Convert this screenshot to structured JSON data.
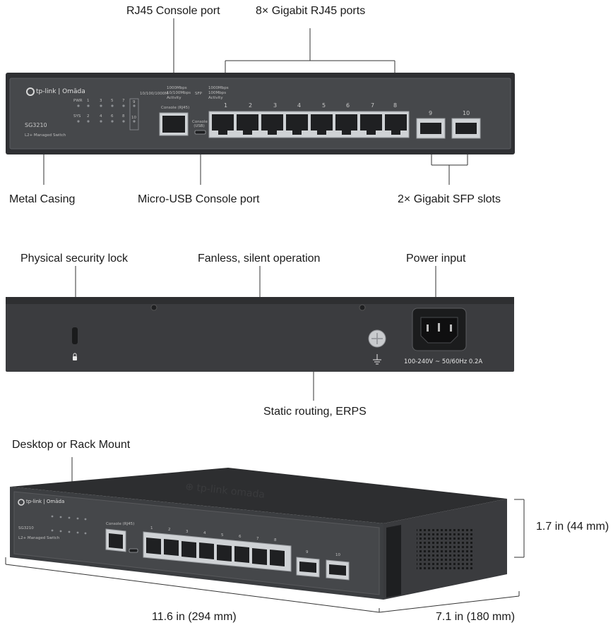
{
  "callouts": {
    "console_rj45": "RJ45 Console port",
    "gigabit_rj45": "8× Gigabit RJ45 ports",
    "metal_casing": "Metal Casing",
    "micro_usb_console": "Micro-USB Console port",
    "sfp_slots": "2× Gigabit SFP slots",
    "security_lock": "Physical security lock",
    "fanless": "Fanless, silent operation",
    "power_input": "Power input",
    "static_routing": "Static routing, ERPS",
    "mount": "Desktop or Rack Mount",
    "height": "1.7 in (44 mm)",
    "width": "11.6 in (294 mm)",
    "depth": "7.1 in (180 mm)"
  },
  "front_panel": {
    "brand": "tp-link | Omāda",
    "model": "SG3210",
    "subtitle": "L2+ Managed Switch",
    "pwr": "PWR",
    "sys": "SYS",
    "console_label": "Console (RJ45)",
    "usb_label": "Console (USB)",
    "led_legend_1": "10/100/1000M",
    "led_legend_items": [
      "1000Mbps",
      "10/100Mbps",
      "Activity"
    ],
    "sfp_legend": "SFP",
    "sfp_legend_items": [
      "1000Mbps",
      "100Mbps",
      "Activity"
    ],
    "port_numbers": [
      "1",
      "2",
      "3",
      "4",
      "5",
      "6",
      "7",
      "8"
    ],
    "sfp_numbers": [
      "9",
      "10"
    ],
    "led_numbers_top": [
      "1",
      "3",
      "5",
      "7",
      "9"
    ],
    "led_numbers_bottom": [
      "2",
      "4",
      "6",
      "8",
      "10"
    ]
  },
  "rear_panel": {
    "power_rating": "100-240V ~ 50/60Hz 0.2A"
  },
  "colors": {
    "chassis": "#3f4043",
    "chassis_dark": "#2e2f31",
    "port_metal": "#cfd2d5",
    "label_text": "#1a1a1a"
  }
}
